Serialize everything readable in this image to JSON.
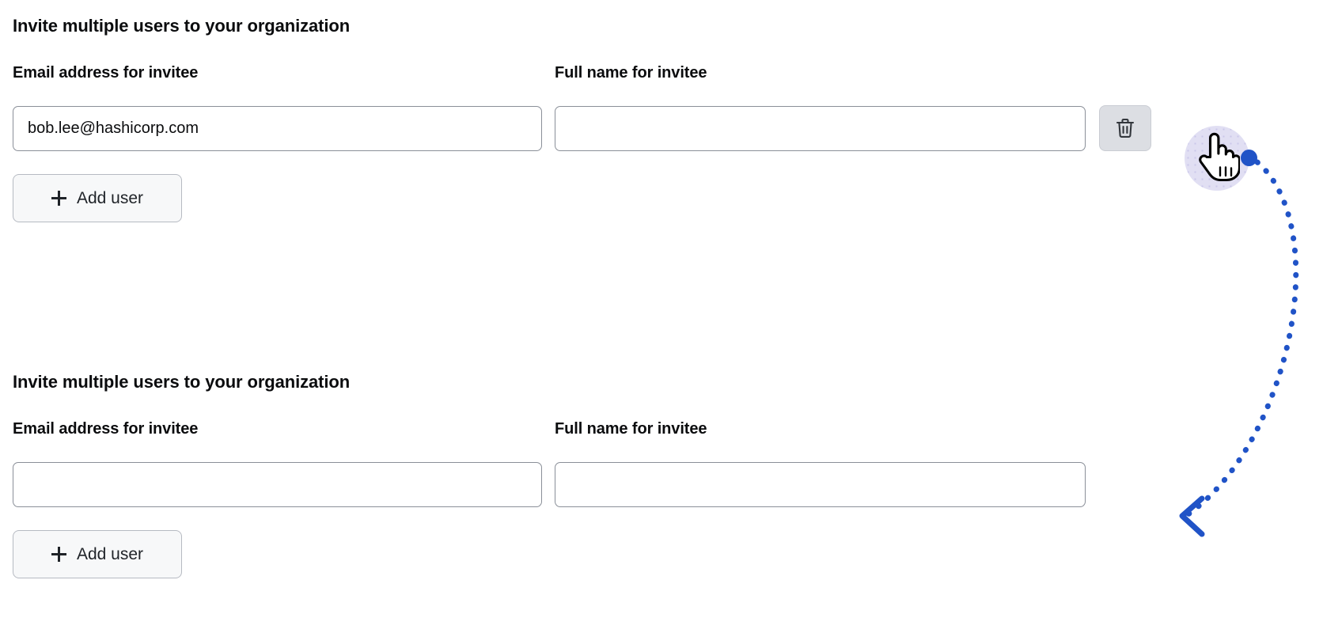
{
  "page": {
    "background_color": "#ffffff",
    "accent_blue": "#2053c7",
    "cursor_halo_color": "#dedcf2",
    "text_color": "#0b0c0e",
    "input_border_color": "#8a8f98",
    "button_bg_color": "#f7f8f9",
    "remove_button_bg_color": "#dcdee3"
  },
  "sections": [
    {
      "heading": "Invite multiple users to your organization",
      "email_label": "Email address for invitee",
      "name_label": "Full name for invitee",
      "email_value": "bob.lee@hashicorp.com",
      "email_placeholder": "",
      "name_value": "",
      "name_placeholder": "",
      "has_remove_button": true,
      "remove_button_icon": "trash-icon",
      "add_user_label": "Add user",
      "add_user_icon": "plus-icon"
    },
    {
      "heading": "Invite multiple users to your organization",
      "email_label": "Email address for invitee",
      "name_label": "Full name for invitee",
      "email_value": "",
      "email_placeholder": "",
      "name_value": "",
      "name_placeholder": "",
      "has_remove_button": false,
      "remove_button_icon": "",
      "add_user_label": "Add user",
      "add_user_icon": "plus-icon"
    }
  ],
  "annotation": {
    "type": "click-action-arrow",
    "cursor_icon": "pointing-hand-cursor",
    "start_dot_label": "",
    "arrow_color": "#2053c7",
    "arrow_style": "dotted-curve",
    "arrow_head_direction": "left"
  }
}
